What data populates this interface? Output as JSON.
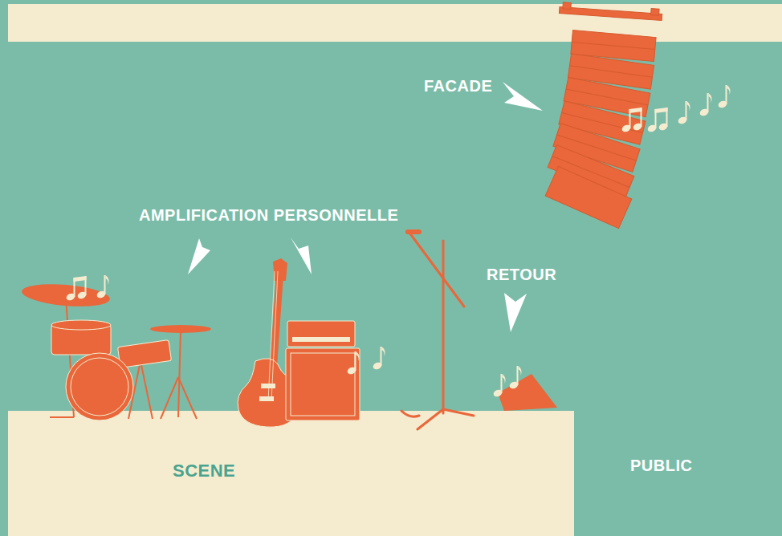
{
  "diagram": {
    "nodes": [
      {
        "text": [
          "SCENE"
        ]
      }
    ],
    "labels": [
      "FACADE",
      "AMPLIFICATION PERSONNELLE",
      "RETOUR",
      "PUBLIC"
    ]
  }
}
